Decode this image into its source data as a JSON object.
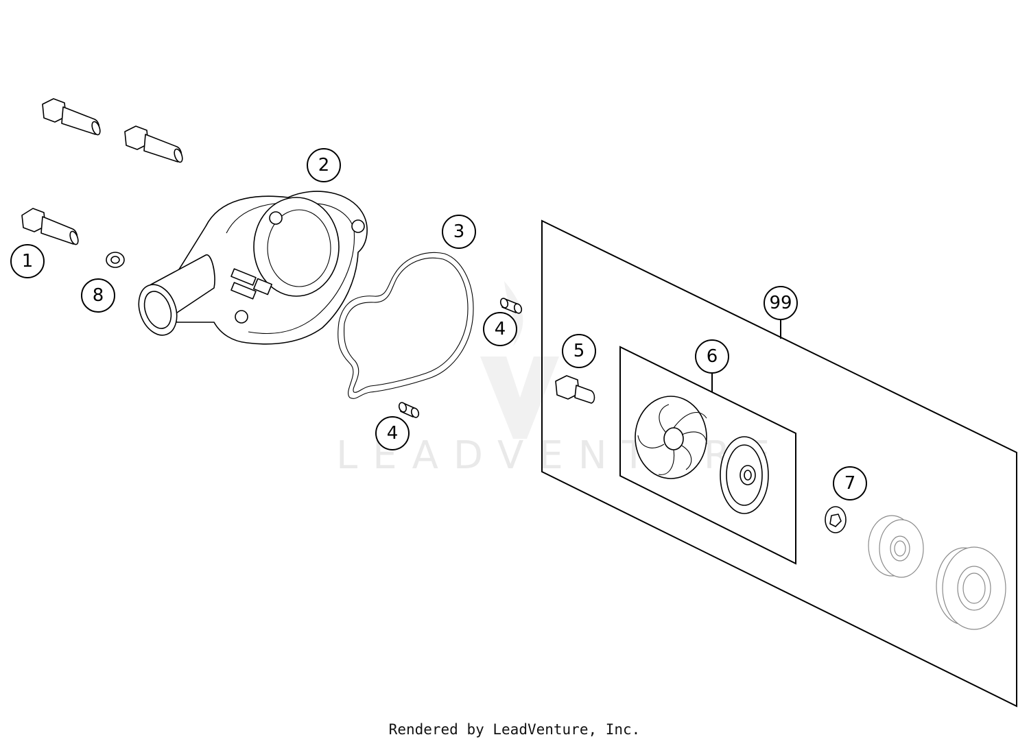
{
  "callouts": [
    {
      "id": "1",
      "label": "1"
    },
    {
      "id": "2",
      "label": "2"
    },
    {
      "id": "3",
      "label": "3"
    },
    {
      "id": "4a",
      "label": "4"
    },
    {
      "id": "4b",
      "label": "4"
    },
    {
      "id": "5",
      "label": "5"
    },
    {
      "id": "6",
      "label": "6"
    },
    {
      "id": "7",
      "label": "7"
    },
    {
      "id": "8",
      "label": "8"
    },
    {
      "id": "99",
      "label": "99"
    }
  ],
  "watermark": {
    "text": "LEADVENTURE"
  },
  "footer": {
    "text": "Rendered by LeadVenture, Inc."
  }
}
